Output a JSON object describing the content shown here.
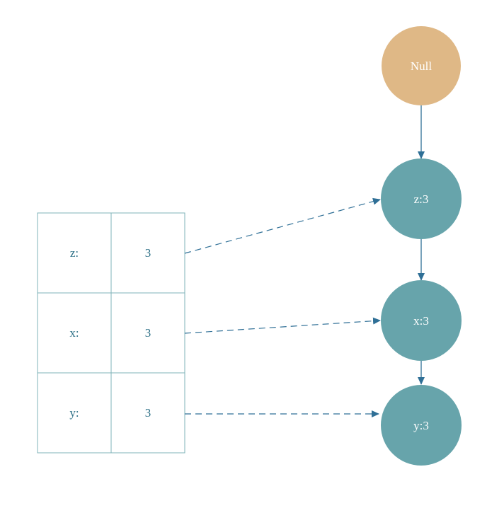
{
  "colors": {
    "null_fill": "#dfb886",
    "node_fill": "#67a4ab",
    "grid_line": "#7fb3b8",
    "arrow": "#2f6f96",
    "cell_text": "#2c6f86",
    "node_text": "#ffffff"
  },
  "table": {
    "rows": [
      {
        "key": "z:",
        "value": "3"
      },
      {
        "key": "x:",
        "value": "3"
      },
      {
        "key": "y:",
        "value": "3"
      }
    ]
  },
  "nodes": [
    {
      "id": "null",
      "label": "Null",
      "kind": "null"
    },
    {
      "id": "z",
      "label": "z:3",
      "kind": "entry"
    },
    {
      "id": "x",
      "label": "x:3",
      "kind": "entry"
    },
    {
      "id": "y",
      "label": "y:3",
      "kind": "entry"
    }
  ],
  "links": [
    {
      "from": "null",
      "to": "z",
      "style": "solid"
    },
    {
      "from": "z",
      "to": "x",
      "style": "solid"
    },
    {
      "from": "x",
      "to": "y",
      "style": "solid"
    }
  ],
  "pointers": [
    {
      "row": 0,
      "node": "z",
      "style": "dashed"
    },
    {
      "row": 1,
      "node": "x",
      "style": "dashed"
    },
    {
      "row": 2,
      "node": "y",
      "style": "dashed"
    }
  ]
}
